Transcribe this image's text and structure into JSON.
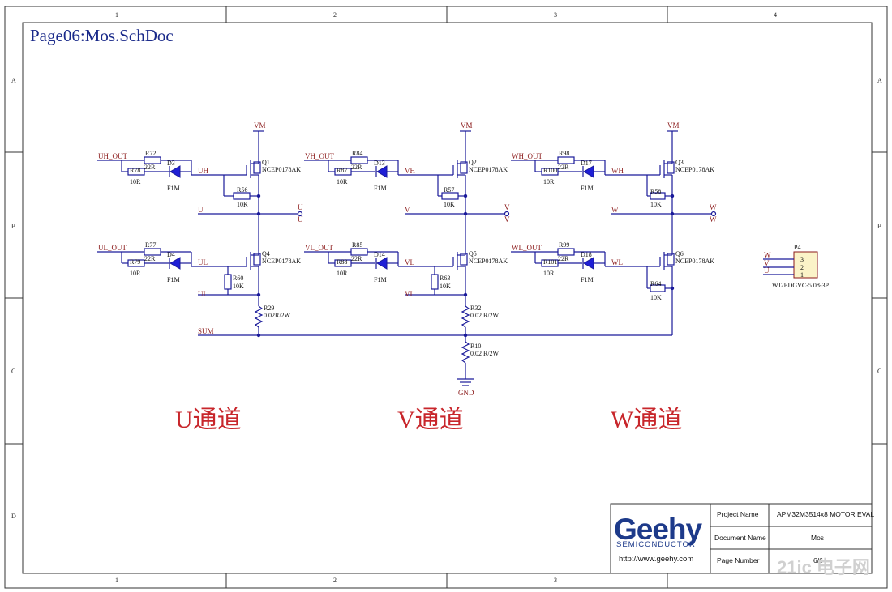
{
  "title": "Page06:Mos.SchDoc",
  "grid": {
    "cols": [
      "1",
      "2",
      "3",
      "4"
    ],
    "rows": [
      "A",
      "B",
      "C",
      "D"
    ]
  },
  "nets": {
    "vm": "VM",
    "gnd": "GND",
    "sum": "SUM",
    "u": "U",
    "v": "V",
    "w": "W",
    "ui": "UI",
    "vi": "VI",
    "uh": "UH",
    "ul": "UL",
    "vh": "VH",
    "vl": "VL",
    "wh": "WH",
    "wl": "WL",
    "uh_out": "UH_OUT",
    "ul_out": "UL_OUT",
    "vh_out": "VH_OUT",
    "vl_out": "VL_OUT",
    "wh_out": "WH_OUT",
    "wl_out": "WL_OUT"
  },
  "channels": [
    "U通道",
    "V通道",
    "W通道"
  ],
  "mosfet_part": "NCEP0178AK",
  "diode_part": "F1M",
  "components": {
    "U": {
      "high": {
        "q": "Q1",
        "r_in": "R72",
        "r_in_val": "22R",
        "r_par": "R78",
        "r_par_val": "10R",
        "d": "D3",
        "r_gs": "R56",
        "r_gs_val": "10K"
      },
      "low": {
        "q": "Q4",
        "r_in": "R77",
        "r_in_val": "22R",
        "r_par": "R79",
        "r_par_val": "10R",
        "d": "D4",
        "r_gs": "R60",
        "r_gs_val": "10K"
      },
      "shunt": {
        "ref": "R29",
        "val": "0.02R/2W"
      }
    },
    "V": {
      "high": {
        "q": "Q2",
        "r_in": "R84",
        "r_in_val": "22R",
        "r_par": "R87",
        "r_par_val": "10R",
        "d": "D13",
        "r_gs": "R57",
        "r_gs_val": "10K"
      },
      "low": {
        "q": "Q5",
        "r_in": "R85",
        "r_in_val": "22R",
        "r_par": "R88",
        "r_par_val": "10R",
        "d": "D14",
        "r_gs": "R63",
        "r_gs_val": "10K"
      },
      "shunt": {
        "ref": "R32",
        "val": "0.02 R/2W"
      }
    },
    "W": {
      "high": {
        "q": "Q3",
        "r_in": "R98",
        "r_in_val": "22R",
        "r_par": "R100",
        "r_par_val": "10R",
        "d": "D17",
        "r_gs": "R58",
        "r_gs_val": "10K"
      },
      "low": {
        "q": "Q6",
        "r_in": "R99",
        "r_in_val": "22R",
        "r_par": "R101",
        "r_par_val": "10R",
        "d": "D18",
        "r_gs": "R64",
        "r_gs_val": "10K"
      }
    },
    "r10": {
      "ref": "R10",
      "val": "0.02 R/2W"
    }
  },
  "connector": {
    "ref": "P4",
    "part": "WJ2EDGVC-5.08-3P",
    "pins": [
      "3",
      "2",
      "1"
    ],
    "nets": [
      "W",
      "V",
      "U"
    ]
  },
  "title_block": {
    "logo": "Geehy",
    "logo_sub": "SEMICONDUCTOR",
    "url": "http://www.geehy.com",
    "project_label": "Project Name",
    "project_value": "APM32M3514x8 MOTOR EVAL",
    "document_label": "Document Name",
    "document_value": "Mos",
    "page_label": "Page Number",
    "page_value": "6/6"
  },
  "watermark": "21ic 电子网",
  "colors": {
    "wire": "#1a1a9a",
    "net_label": "#8b1a1a",
    "channel_label": "#c8262b",
    "title": "#1a2a8a",
    "logo": "#1d3a8a"
  }
}
